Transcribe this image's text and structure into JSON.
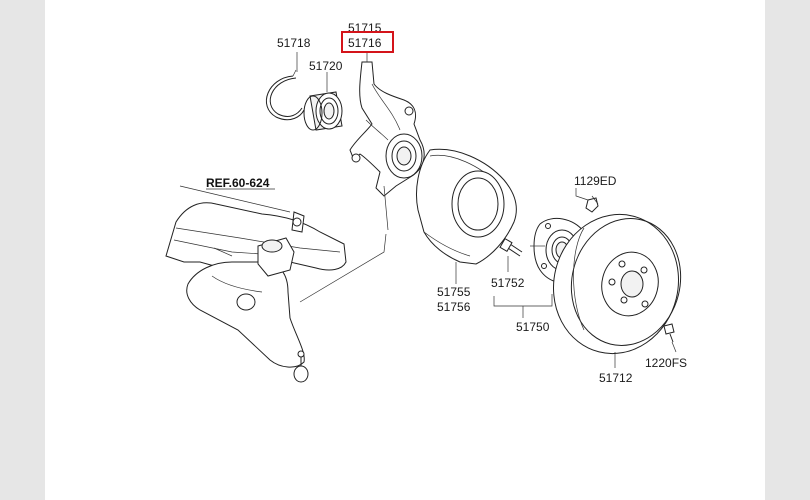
{
  "labels": {
    "snap_ring": "51718",
    "knuckle_top": "51715",
    "knuckle_selected": "51716",
    "bearing": "51720",
    "ref": "REF.60-624",
    "nut": "1129ED",
    "dust_cover_a": "51755",
    "dust_cover_b": "51756",
    "hub_bolt": "51752",
    "hub_assy": "51750",
    "disc": "51712",
    "screw": "1220FS"
  },
  "highlight_color": "#d4141a"
}
